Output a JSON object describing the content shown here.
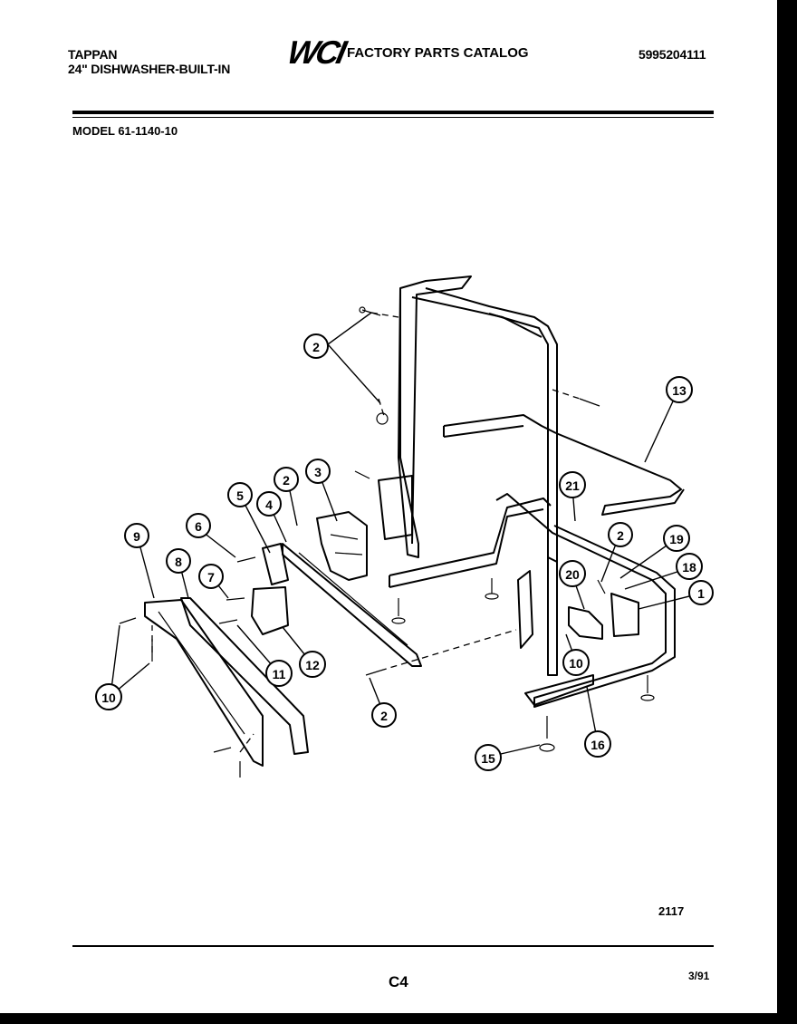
{
  "header": {
    "brand": "TAPPAN",
    "product": "24\" DISHWASHER-BUILT-IN",
    "logo_text": "WCI",
    "catalog_title": "FACTORY PARTS CATALOG",
    "catalog_number": "5995204111"
  },
  "model": "MODEL 61-1140-10",
  "callouts": [
    {
      "label": "2"
    },
    {
      "label": "13"
    },
    {
      "label": "2"
    },
    {
      "label": "3"
    },
    {
      "label": "21"
    },
    {
      "label": "5"
    },
    {
      "label": "4"
    },
    {
      "label": "6"
    },
    {
      "label": "9"
    },
    {
      "label": "2"
    },
    {
      "label": "19"
    },
    {
      "label": "18"
    },
    {
      "label": "1"
    },
    {
      "label": "8"
    },
    {
      "label": "7"
    },
    {
      "label": "20"
    },
    {
      "label": "10"
    },
    {
      "label": "11"
    },
    {
      "label": "12"
    },
    {
      "label": "10"
    },
    {
      "label": "2"
    },
    {
      "label": "15"
    },
    {
      "label": "16"
    }
  ],
  "footer": {
    "drawing_number": "2117",
    "page": "C4",
    "date": "3/91"
  },
  "colors": {
    "ink": "#000000",
    "paper": "#ffffff"
  }
}
